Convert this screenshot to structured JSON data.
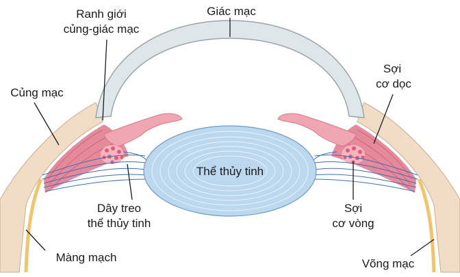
{
  "labels": {
    "cornea": "Giác mạc",
    "limbus_line1": "Ranh giới",
    "limbus_line2": "củng-giác mạc",
    "sclera": "Củng mạc",
    "longitudinal_line1": "Sợi",
    "longitudinal_line2": "cơ dọc",
    "lens": "Thể thủy tinh",
    "zonule_line1": "Dây treo",
    "zonule_line2": "thể thủy tinh",
    "circular_line1": "Sợi",
    "circular_line2": "cơ vòng",
    "choroid": "Màng mạch",
    "retina": "Võng mạc"
  },
  "colors": {
    "cornea_fill": "#dde6e8",
    "cornea_stroke": "#9aa6aa",
    "sclera_fill": "#f1dcc6",
    "ciliary_muscle": "#e58a9a",
    "iris": "#f0a7b3",
    "lens_fill": "#bcd8ee",
    "choroid": "#f2c46a",
    "zonule": "#3b6fb5"
  }
}
